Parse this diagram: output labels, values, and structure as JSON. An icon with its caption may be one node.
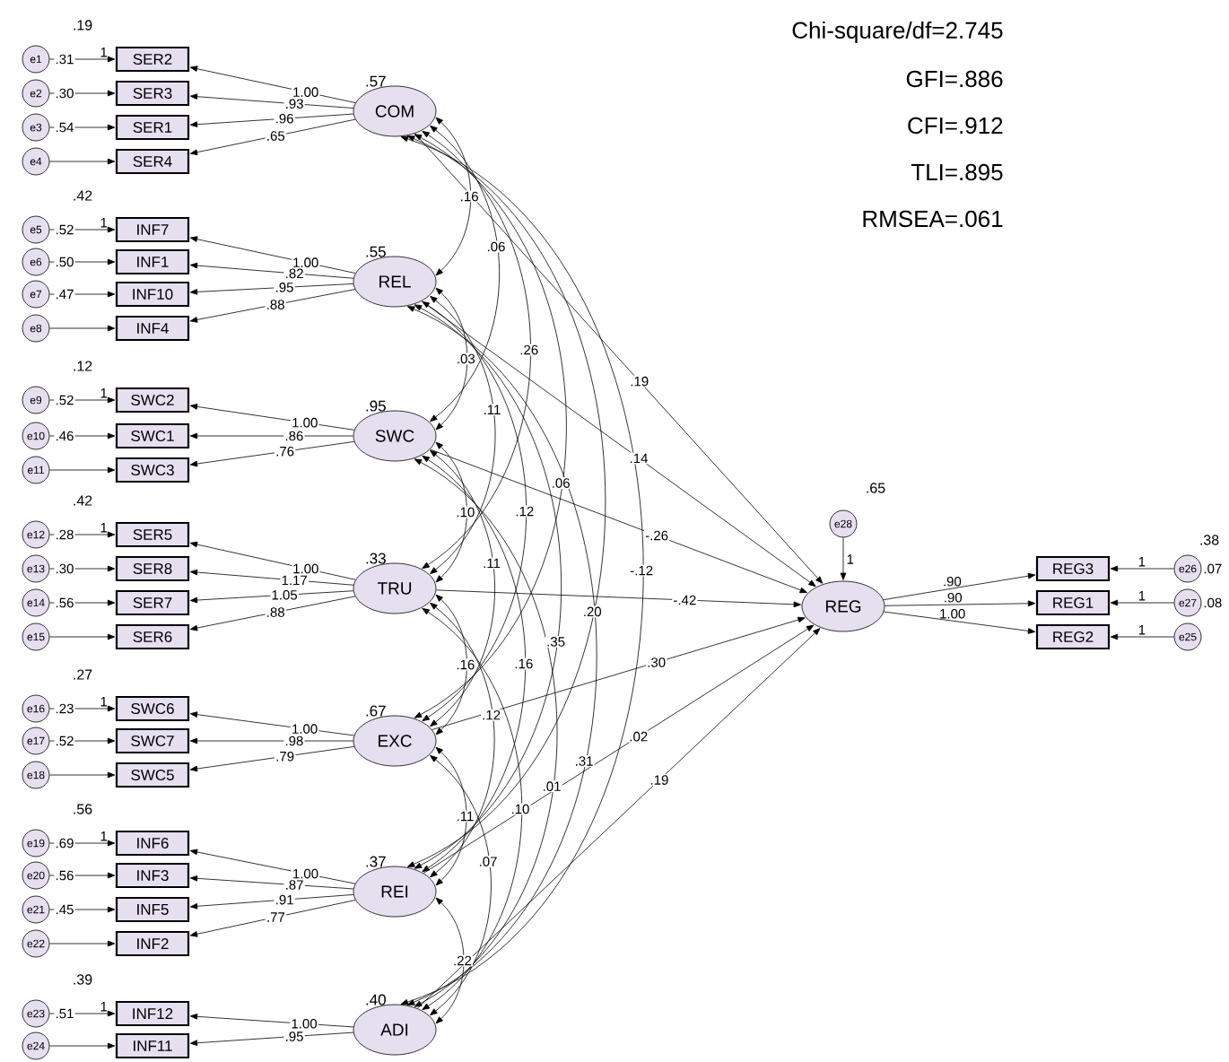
{
  "diagram": {
    "nodes": [
      {
        "text": [
          "SER2"
        ]
      },
      {
        "text": [
          "SER3"
        ]
      },
      {
        "text": [
          "SER1"
        ]
      },
      {
        "text": [
          "SER4"
        ]
      },
      {
        "text": [
          "e1"
        ],
        "beside": [
          ".31"
        ]
      },
      {
        "text": [
          "e2"
        ],
        "beside": [
          ".30"
        ]
      },
      {
        "text": [
          "e3"
        ],
        "beside": [
          ".54"
        ]
      },
      {
        "text": [
          "e4"
        ]
      },
      {
        "text": [
          "COM"
        ],
        "beside": [
          ".57"
        ]
      },
      {
        "text": [
          "INF7"
        ]
      },
      {
        "text": [
          "INF1"
        ]
      },
      {
        "text": [
          "INF10"
        ]
      },
      {
        "text": [
          "INF4"
        ]
      },
      {
        "text": [
          "e5"
        ],
        "beside": [
          ".52"
        ]
      },
      {
        "text": [
          "e6"
        ],
        "beside": [
          ".50"
        ]
      },
      {
        "text": [
          "e7"
        ],
        "beside": [
          ".47"
        ]
      },
      {
        "text": [
          "e8"
        ]
      },
      {
        "text": [
          "REL"
        ],
        "beside": [
          ".55"
        ]
      },
      {
        "text": [
          "SWC2"
        ]
      },
      {
        "text": [
          "SWC1"
        ]
      },
      {
        "text": [
          "SWC3"
        ]
      },
      {
        "text": [
          "e9"
        ],
        "beside": [
          ".52"
        ]
      },
      {
        "text": [
          "e10"
        ],
        "beside": [
          ".46"
        ]
      },
      {
        "text": [
          "e11"
        ]
      },
      {
        "text": [
          "SWC"
        ],
        "beside": [
          ".95"
        ]
      },
      {
        "text": [
          "SER5"
        ]
      },
      {
        "text": [
          "SER8"
        ]
      },
      {
        "text": [
          "SER7"
        ]
      },
      {
        "text": [
          "SER6"
        ]
      },
      {
        "text": [
          "e12"
        ],
        "beside": [
          ".28"
        ]
      },
      {
        "text": [
          "e13"
        ],
        "beside": [
          ".30"
        ]
      },
      {
        "text": [
          "e14"
        ],
        "beside": [
          ".56"
        ]
      },
      {
        "text": [
          "e15"
        ]
      },
      {
        "text": [
          "TRU"
        ],
        "beside": [
          ".33"
        ]
      },
      {
        "text": [
          "SWC6"
        ]
      },
      {
        "text": [
          "SWC7"
        ]
      },
      {
        "text": [
          "SWC5"
        ]
      },
      {
        "text": [
          "e16"
        ],
        "beside": [
          ".23"
        ]
      },
      {
        "text": [
          "e17"
        ],
        "beside": [
          ".52"
        ]
      },
      {
        "text": [
          "e18"
        ]
      },
      {
        "text": [
          "EXC"
        ],
        "beside": [
          ".67"
        ]
      },
      {
        "text": [
          "INF6"
        ]
      },
      {
        "text": [
          "INF3"
        ]
      },
      {
        "text": [
          "INF5"
        ]
      },
      {
        "text": [
          "INF2"
        ]
      },
      {
        "text": [
          "e19"
        ],
        "beside": [
          ".69"
        ]
      },
      {
        "text": [
          "e20"
        ],
        "beside": [
          ".56"
        ]
      },
      {
        "text": [
          "e21"
        ],
        "beside": [
          ".45"
        ]
      },
      {
        "text": [
          "e22"
        ]
      },
      {
        "text": [
          "REI"
        ],
        "beside": [
          ".37"
        ]
      },
      {
        "text": [
          "INF12"
        ]
      },
      {
        "text": [
          "INF11"
        ]
      },
      {
        "text": [
          "e23"
        ],
        "beside": [
          ".51"
        ]
      },
      {
        "text": [
          "e24"
        ]
      },
      {
        "text": [
          "ADI"
        ],
        "beside": [
          ".40"
        ]
      },
      {
        "text": [
          "REG"
        ]
      },
      {
        "text": [
          "e28"
        ]
      },
      {
        "text": [
          "REG3"
        ]
      },
      {
        "text": [
          "REG1"
        ]
      },
      {
        "text": [
          "REG2"
        ]
      },
      {
        "text": [
          "e26"
        ],
        "beside": [
          ".07"
        ]
      },
      {
        "text": [
          "e27"
        ],
        "beside": [
          ".08"
        ]
      },
      {
        "text": [
          "e25"
        ]
      }
    ],
    "edges": [
      {
        "from": 8,
        "to": 0,
        "arrow": "to",
        "label": "1.00"
      },
      {
        "from": 8,
        "to": 1,
        "arrow": "to",
        "label": ".93"
      },
      {
        "from": 8,
        "to": 2,
        "arrow": "to",
        "label": ".96"
      },
      {
        "from": 8,
        "to": 3,
        "arrow": "to",
        "label": ".65"
      },
      {
        "from": 4,
        "to": 0,
        "arrow": "to",
        "label": "1"
      },
      {
        "from": 5,
        "to": 1,
        "arrow": "to"
      },
      {
        "from": 6,
        "to": 2,
        "arrow": "to"
      },
      {
        "from": 7,
        "to": 3,
        "arrow": "to"
      },
      {
        "from": 17,
        "to": 9,
        "arrow": "to",
        "label": "1.00"
      },
      {
        "from": 17,
        "to": 10,
        "arrow": "to",
        "label": ".82"
      },
      {
        "from": 17,
        "to": 11,
        "arrow": "to",
        "label": ".95"
      },
      {
        "from": 17,
        "to": 12,
        "arrow": "to",
        "label": ".88"
      },
      {
        "from": 13,
        "to": 9,
        "arrow": "to",
        "label": "1"
      },
      {
        "from": 14,
        "to": 10,
        "arrow": "to"
      },
      {
        "from": 15,
        "to": 11,
        "arrow": "to"
      },
      {
        "from": 16,
        "to": 12,
        "arrow": "to"
      },
      {
        "from": 24,
        "to": 18,
        "arrow": "to",
        "label": "1.00"
      },
      {
        "from": 24,
        "to": 19,
        "arrow": "to",
        "label": ".86"
      },
      {
        "from": 24,
        "to": 20,
        "arrow": "to",
        "label": ".76"
      },
      {
        "from": 21,
        "to": 18,
        "arrow": "to",
        "label": "1"
      },
      {
        "from": 22,
        "to": 19,
        "arrow": "to"
      },
      {
        "from": 23,
        "to": 20,
        "arrow": "to"
      },
      {
        "from": 33,
        "to": 25,
        "arrow": "to",
        "label": "1.00"
      },
      {
        "from": 33,
        "to": 26,
        "arrow": "to",
        "label": "1.17"
      },
      {
        "from": 33,
        "to": 27,
        "arrow": "to",
        "label": "1.05"
      },
      {
        "from": 33,
        "to": 28,
        "arrow": "to",
        "label": ".88"
      },
      {
        "from": 29,
        "to": 25,
        "arrow": "to",
        "label": "1"
      },
      {
        "from": 30,
        "to": 26,
        "arrow": "to"
      },
      {
        "from": 31,
        "to": 27,
        "arrow": "to"
      },
      {
        "from": 32,
        "to": 28,
        "arrow": "to"
      },
      {
        "from": 40,
        "to": 34,
        "arrow": "to",
        "label": "1.00"
      },
      {
        "from": 40,
        "to": 35,
        "arrow": "to",
        "label": ".98"
      },
      {
        "from": 40,
        "to": 36,
        "arrow": "to",
        "label": ".79"
      },
      {
        "from": 37,
        "to": 34,
        "arrow": "to",
        "label": "1"
      },
      {
        "from": 38,
        "to": 35,
        "arrow": "to"
      },
      {
        "from": 39,
        "to": 36,
        "arrow": "to"
      },
      {
        "from": 49,
        "to": 41,
        "arrow": "to",
        "label": "1.00"
      },
      {
        "from": 49,
        "to": 42,
        "arrow": "to",
        "label": ".87"
      },
      {
        "from": 49,
        "to": 43,
        "arrow": "to",
        "label": ".91"
      },
      {
        "from": 49,
        "to": 44,
        "arrow": "to",
        "label": ".77"
      },
      {
        "from": 45,
        "to": 41,
        "arrow": "to",
        "label": "1"
      },
      {
        "from": 46,
        "to": 42,
        "arrow": "to"
      },
      {
        "from": 47,
        "to": 43,
        "arrow": "to"
      },
      {
        "from": 48,
        "to": 44,
        "arrow": "to"
      },
      {
        "from": 54,
        "to": 50,
        "arrow": "to",
        "label": "1.00"
      },
      {
        "from": 54,
        "to": 51,
        "arrow": "to",
        "label": ".95"
      },
      {
        "from": 52,
        "to": 50,
        "arrow": "to",
        "label": "1"
      },
      {
        "from": 53,
        "to": 51,
        "arrow": "to"
      },
      {
        "from": 8,
        "to": 17,
        "arrow": "both",
        "label": ".16"
      },
      {
        "from": 17,
        "to": 24,
        "arrow": "both",
        "label": ".03"
      },
      {
        "from": 24,
        "to": 33,
        "arrow": "both",
        "label": ".10"
      },
      {
        "from": 33,
        "to": 40,
        "arrow": "both",
        "label": ".16"
      },
      {
        "from": 40,
        "to": 49,
        "arrow": "both",
        "label": ".11"
      },
      {
        "from": 49,
        "to": 54,
        "arrow": "both",
        "label": ".22"
      },
      {
        "from": 8,
        "to": 24,
        "arrow": "both",
        "label": ".06"
      },
      {
        "from": 17,
        "to": 33,
        "arrow": "both",
        "label": ".11"
      },
      {
        "from": 24,
        "to": 40,
        "arrow": "both",
        "label": ".11"
      },
      {
        "from": 33,
        "to": 49,
        "arrow": "both",
        "label": ".12"
      },
      {
        "from": 40,
        "to": 54,
        "arrow": "both",
        "label": ".07"
      },
      {
        "from": 8,
        "to": 33,
        "arrow": "both",
        "label": ".26"
      },
      {
        "from": 17,
        "to": 40,
        "arrow": "both",
        "label": ".12"
      },
      {
        "from": 24,
        "to": 49,
        "arrow": "both",
        "label": ".16"
      },
      {
        "from": 33,
        "to": 54,
        "arrow": "both",
        "label": ".10"
      },
      {
        "from": 8,
        "to": 40,
        "arrow": "both",
        "label": ".06"
      },
      {
        "from": 17,
        "to": 49,
        "arrow": "both",
        "label": ".35"
      },
      {
        "from": 24,
        "to": 54,
        "arrow": "both",
        "label": ".01"
      },
      {
        "from": 8,
        "to": 49,
        "arrow": "both",
        "label": ".20"
      },
      {
        "from": 17,
        "to": 54,
        "arrow": "both",
        "label": ".31"
      },
      {
        "from": 8,
        "to": 54,
        "arrow": "both",
        "label": "-.12"
      },
      {
        "from": 8,
        "to": 55,
        "arrow": "to",
        "label": ".19"
      },
      {
        "from": 17,
        "to": 55,
        "arrow": "to",
        "label": ".14"
      },
      {
        "from": 24,
        "to": 55,
        "arrow": "to",
        "label": "-.26"
      },
      {
        "from": 33,
        "to": 55,
        "arrow": "to",
        "label": "-.42"
      },
      {
        "from": 40,
        "to": 55,
        "arrow": "to",
        "label": ".30"
      },
      {
        "from": 49,
        "to": 55,
        "arrow": "to",
        "label": ".02"
      },
      {
        "from": 54,
        "to": 55,
        "arrow": "to",
        "label": ".19"
      },
      {
        "from": 56,
        "to": 55,
        "arrow": "to",
        "label": "1"
      },
      {
        "from": 55,
        "to": 57,
        "arrow": "to",
        "label": ".90"
      },
      {
        "from": 55,
        "to": 58,
        "arrow": "to",
        "label": ".90"
      },
      {
        "from": 55,
        "to": 59,
        "arrow": "to",
        "label": "1.00"
      },
      {
        "from": 60,
        "to": 57,
        "arrow": "to",
        "label": "1"
      },
      {
        "from": 61,
        "to": 58,
        "arrow": "to",
        "label": "1"
      },
      {
        "from": 62,
        "to": 59,
        "arrow": "to",
        "label": "1"
      }
    ],
    "labels": [
      "Chi-square/df=2.745",
      "GFI=.886",
      "CFI=.912",
      "TLI=.895",
      "RMSEA=.061",
      ".19",
      ".42",
      ".12",
      ".42",
      ".27",
      ".56",
      ".39",
      ".65",
      ".38"
    ]
  }
}
